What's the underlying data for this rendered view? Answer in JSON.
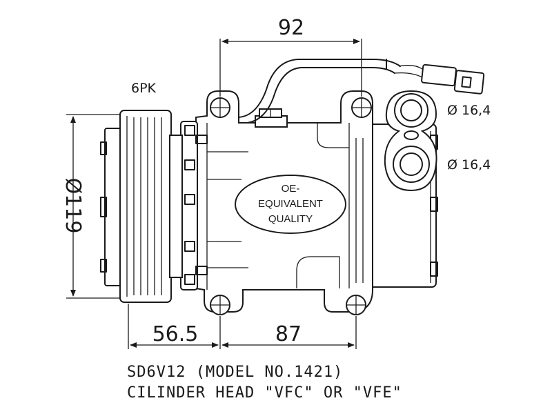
{
  "dimensions": {
    "top_width": "92",
    "pulley_diameter": "Ø119",
    "pulley_offset": "56.5",
    "mount_spacing": "87",
    "port_upper": "Ø 16,4",
    "port_lower": "Ø 16,4"
  },
  "pulley_label": "6PK",
  "badge": {
    "line1": "OE-",
    "line2": "EQUIVALENT",
    "line3": "QUALITY"
  },
  "model": {
    "line1": "SD6V12 (MODEL NO.1421)",
    "line2": "CILINDER HEAD \"VFC\" OR \"VFE\""
  },
  "colors": {
    "line": "#1a1a1a",
    "background": "#ffffff"
  }
}
